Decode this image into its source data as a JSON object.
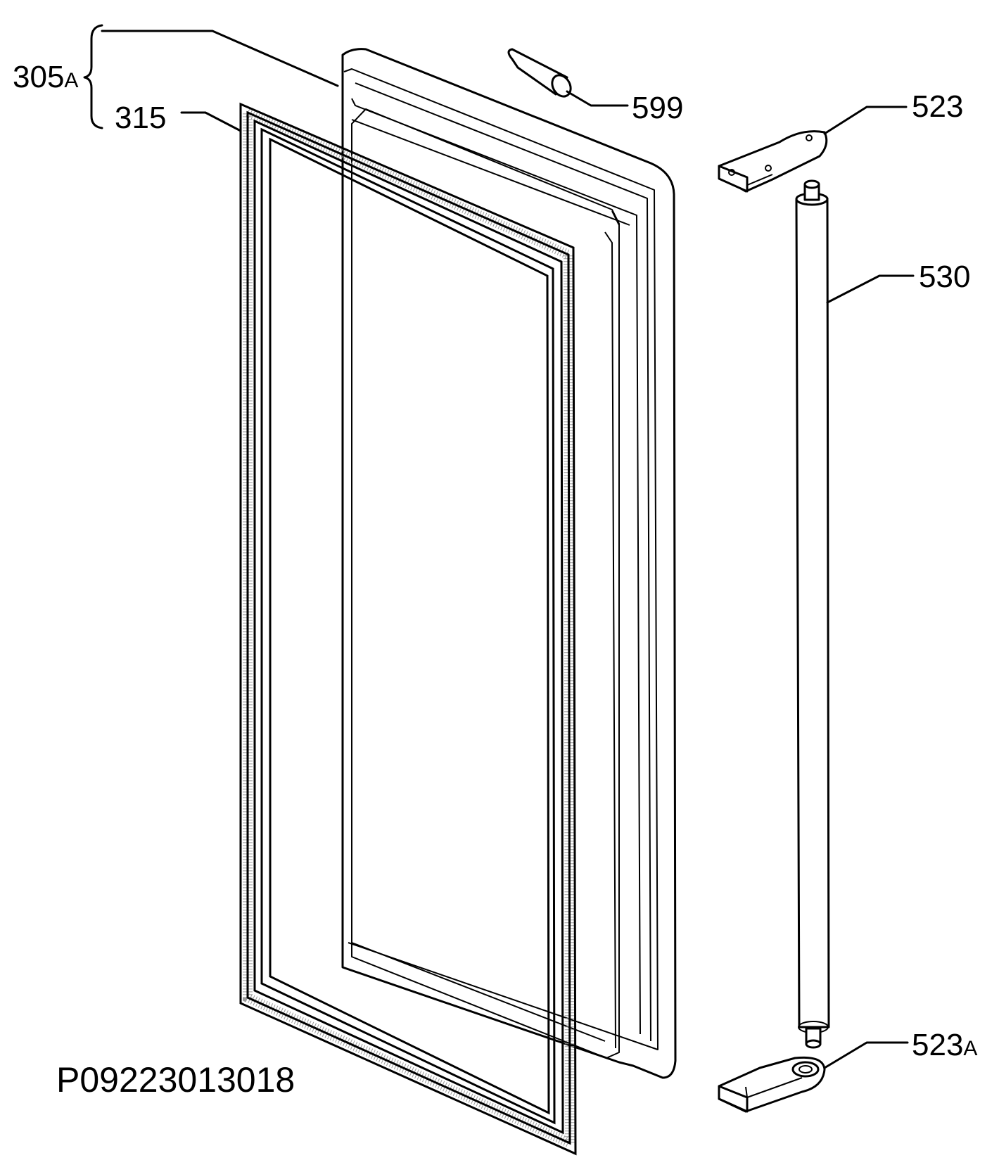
{
  "labels": {
    "group_305A": {
      "number": "305",
      "suffix": "A"
    },
    "gasket": "315",
    "plug": "599",
    "hinge_top": "523",
    "hinge_pin": "530",
    "hinge_bottom": {
      "number": "523",
      "suffix": "A"
    }
  },
  "drawing_code": "P09223013018"
}
